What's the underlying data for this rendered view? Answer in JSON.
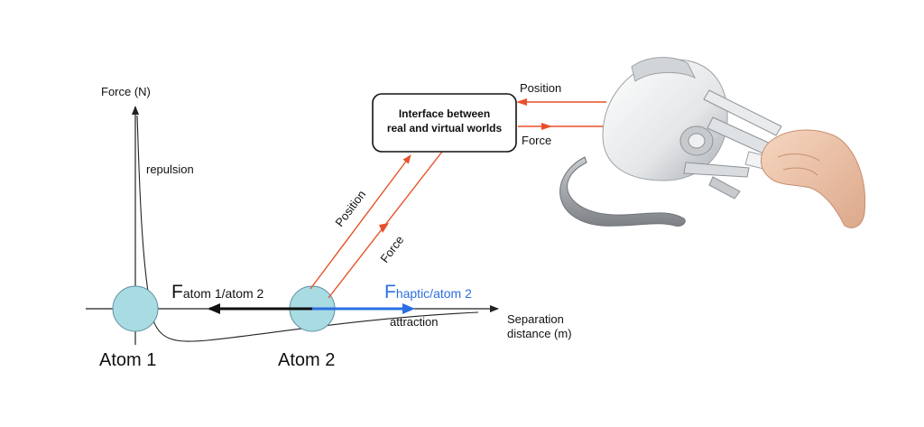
{
  "axes": {
    "y_label": "Force (N)",
    "x_label_line1": "Separation",
    "x_label_line2": "distance (m)"
  },
  "curve_labels": {
    "repulsion": "repulsion",
    "attraction": "attraction"
  },
  "atoms": [
    {
      "label": "Atom 1"
    },
    {
      "label": "Atom 2"
    }
  ],
  "forces": {
    "atom_force_main": "F",
    "atom_force_sub": "atom 1/atom 2",
    "haptic_force_main": "F",
    "haptic_force_sub": "haptic/atom 2"
  },
  "interface_box": {
    "line1": "Interface between",
    "line2": "real and virtual worlds"
  },
  "arrow_labels": {
    "position_top": "Position",
    "force_top": "Force",
    "position_diag": "Position",
    "force_diag": "Force"
  },
  "colors": {
    "signal": "#e8502a",
    "haptic_force": "#2b6fe0",
    "atom_fill": "#a9dbe3",
    "atom_stroke": "#5b8fa0",
    "axis": "#222222"
  },
  "icons": {
    "haptic_device": "haptic-device-illustration"
  }
}
